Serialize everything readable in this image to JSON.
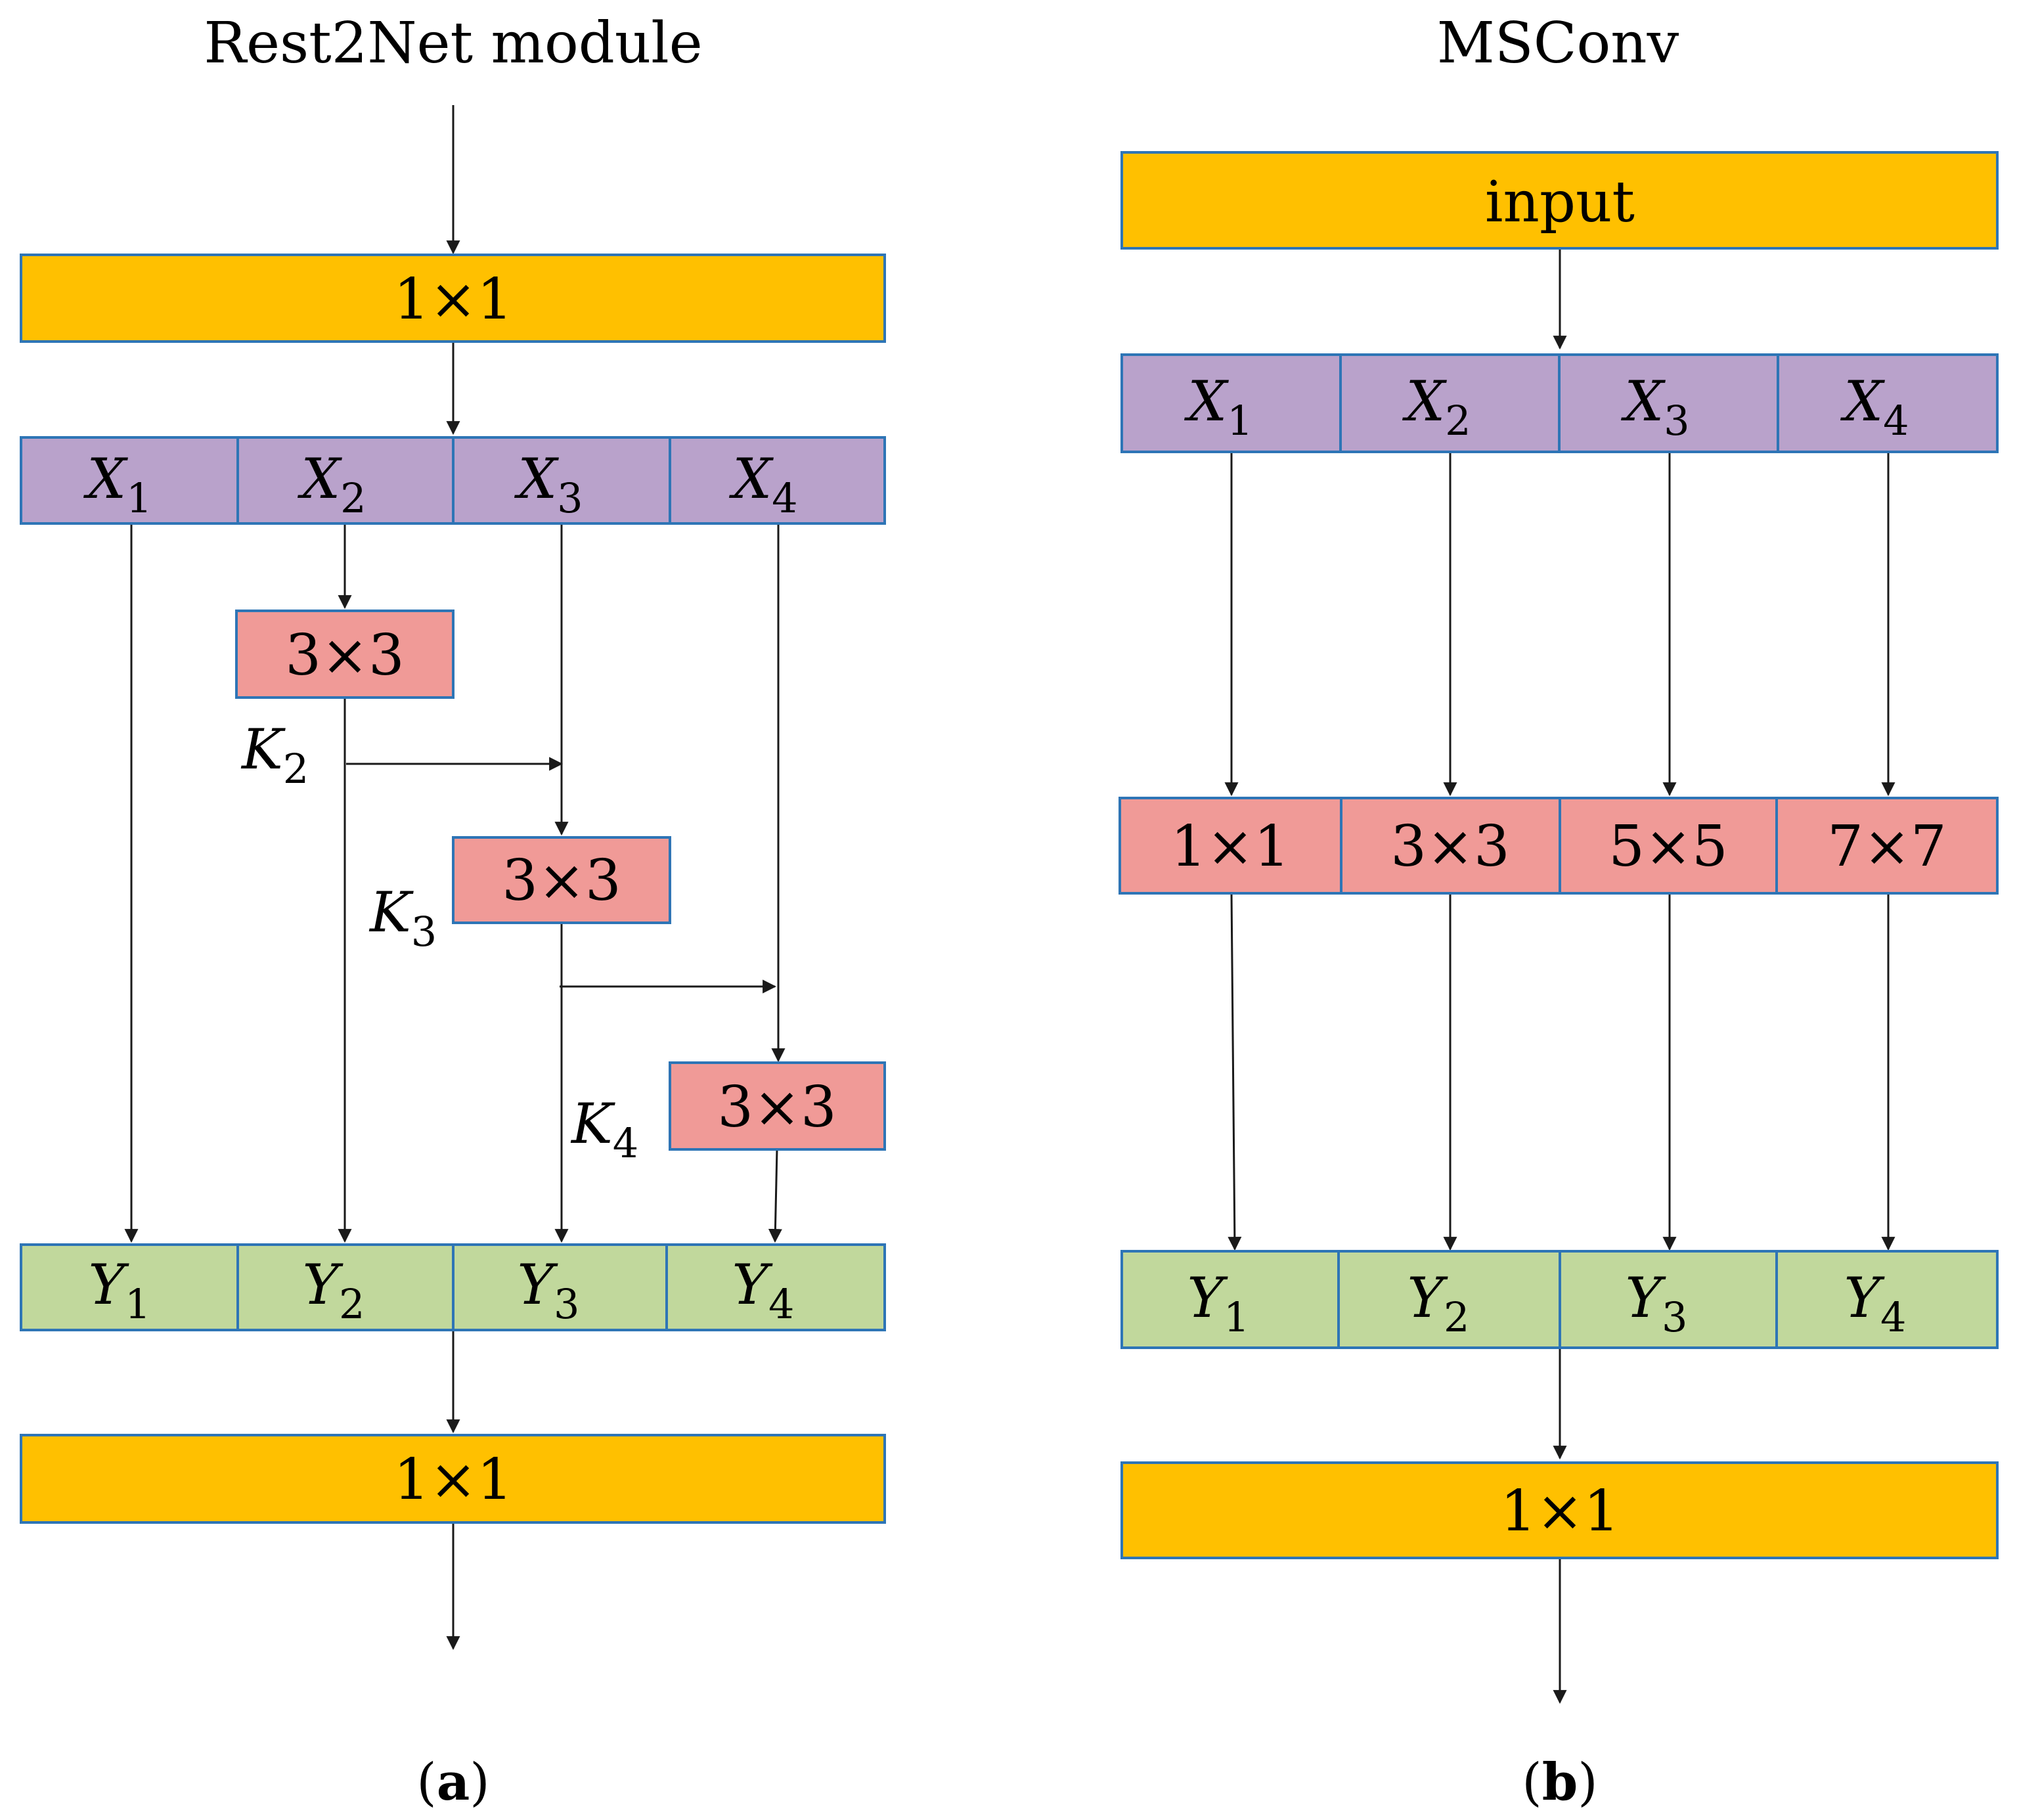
{
  "panel_a": {
    "title": "Rest2Net module",
    "top_conv": "1×1",
    "split": [
      {
        "base": "X",
        "sub": "1"
      },
      {
        "base": "X",
        "sub": "2"
      },
      {
        "base": "X",
        "sub": "3"
      },
      {
        "base": "X",
        "sub": "4"
      }
    ],
    "convs": [
      "3×3",
      "3×3",
      "3×3"
    ],
    "kernels": [
      {
        "base": "K",
        "sub": "2"
      },
      {
        "base": "K",
        "sub": "3"
      },
      {
        "base": "K",
        "sub": "4"
      }
    ],
    "outputs": [
      {
        "base": "Y",
        "sub": "1"
      },
      {
        "base": "Y",
        "sub": "2"
      },
      {
        "base": "Y",
        "sub": "3"
      },
      {
        "base": "Y",
        "sub": "4"
      }
    ],
    "bottom_conv": "1×1",
    "caption_open": "(",
    "caption_letter": "a",
    "caption_close": ")"
  },
  "panel_b": {
    "title": "MSConv",
    "input_label": "input",
    "split": [
      {
        "base": "X",
        "sub": "1"
      },
      {
        "base": "X",
        "sub": "2"
      },
      {
        "base": "X",
        "sub": "3"
      },
      {
        "base": "X",
        "sub": "4"
      }
    ],
    "convs": [
      "1×1",
      "3×3",
      "5×5",
      "7×7"
    ],
    "outputs": [
      {
        "base": "Y",
        "sub": "1"
      },
      {
        "base": "Y",
        "sub": "2"
      },
      {
        "base": "Y",
        "sub": "3"
      },
      {
        "base": "Y",
        "sub": "4"
      }
    ],
    "bottom_conv": "1×1",
    "caption_open": "(",
    "caption_letter": "b",
    "caption_close": ")"
  },
  "colors": {
    "orange": "#FFC000",
    "purple": "#B9A2CB",
    "red": "#F09A97",
    "green": "#C1D89C",
    "border": "#2E75B6",
    "line": "#1a1a1a"
  }
}
